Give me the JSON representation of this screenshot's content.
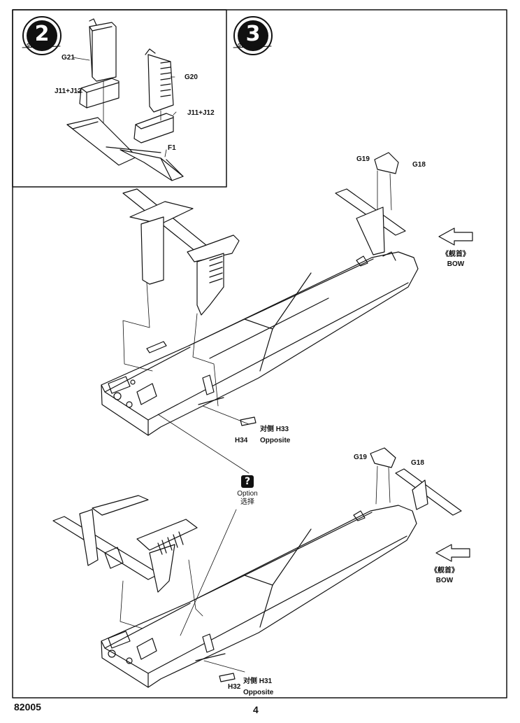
{
  "steps": {
    "step2": {
      "number": "2",
      "word": "STEP"
    },
    "step3": {
      "number": "3",
      "word": "STEP"
    }
  },
  "step2_labels": {
    "g21": "G21",
    "j11_j12_left": "J11+J12",
    "g20": "G20",
    "j11_j12_right": "J11+J12",
    "f1": "F1"
  },
  "hull_top": {
    "g19": "G19",
    "g18": "G18",
    "bow_cn": "《舰首》",
    "bow_en": "BOW",
    "h33": "对侧 H33",
    "h34": "H34",
    "opposite": "Opposite"
  },
  "option": {
    "icon": "?",
    "label_en": "Option",
    "label_cn": "选择"
  },
  "hull_bottom": {
    "g19": "G19",
    "g18": "G18",
    "bow_cn": "《舰首》",
    "bow_en": "BOW",
    "h31": "对侧 H31",
    "h32": "H32",
    "opposite": "Opposite"
  },
  "footer": {
    "code": "82005",
    "page": "4"
  }
}
